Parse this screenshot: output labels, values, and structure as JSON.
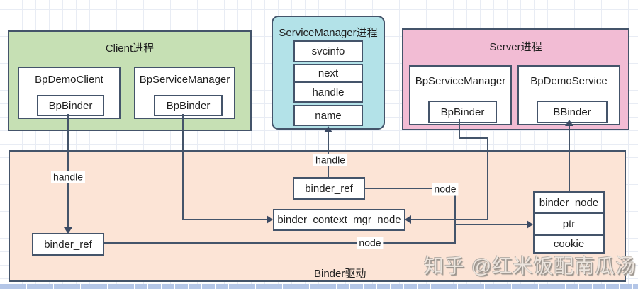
{
  "diagram": {
    "client": {
      "title": "Client进程",
      "items": [
        {
          "name": "BpDemoClient",
          "inner": "BpBinder"
        },
        {
          "name": "BpServiceManager",
          "inner": "BpBinder"
        }
      ]
    },
    "service_manager": {
      "title": "ServiceManager进程",
      "fields": [
        "svcinfo",
        "next",
        "handle",
        "name"
      ]
    },
    "server": {
      "title": "Server进程",
      "items": [
        {
          "name": "BpServiceManager",
          "inner": "BpBinder"
        },
        {
          "name": "BpDemoService",
          "inner": "BBinder"
        }
      ]
    },
    "driver": {
      "title": "Binder驱动",
      "binder_ref_left": "binder_ref",
      "binder_ref_mid": "binder_ref",
      "context_mgr_node": "binder_context_mgr_node",
      "binder_node_rows": [
        "binder_node",
        "ptr",
        "cookie"
      ]
    },
    "edge_labels": {
      "handle_left": "handle",
      "handle_mid": "handle",
      "node_mid": "node",
      "node_bottom": "node"
    }
  },
  "watermark": "知乎 @红米饭配南瓜汤",
  "colors": {
    "client_bg": "#c6e0b4",
    "service_manager_bg": "#b3e2e8",
    "server_bg": "#f2bcd4",
    "driver_bg": "#fce4d6",
    "box_border": "#44546a",
    "line": "#3b4a63",
    "bottom_band": "#b4c6e7",
    "grid": "#e8ecf4"
  }
}
